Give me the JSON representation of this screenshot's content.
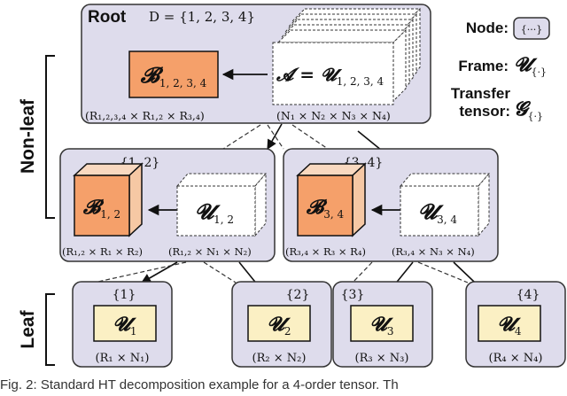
{
  "colors": {
    "panel_fill": "#dedcec",
    "panel_stroke": "#333333",
    "b_fill": "#f5a06a",
    "b_side": "#f6c8a4",
    "b_top": "#f9d9c0",
    "u_fill": "#fbf0c4",
    "white": "#ffffff",
    "ink": "#111111"
  },
  "root": {
    "label": "Root",
    "set": "D = {1, 2, 3, 4}",
    "b": "𝓑",
    "b_sub": "1, 2, 3, 4",
    "a_expr": "𝓐 = 𝓤",
    "a_sub": "1, 2, 3, 4",
    "b_dims": "(R₁,₂,₃,₄ × R₁,₂ × R₃,₄)",
    "a_dims": "(N₁ × N₂ × N₃ × N₄)"
  },
  "legend": {
    "node_label": "Node:",
    "node_glyph": "{···}",
    "frame_label": "Frame:",
    "frame_sym": "𝓤",
    "frame_sub": "{·}",
    "transfer_label_1": "Transfer",
    "transfer_label_2": "tensor:",
    "transfer_sym": "𝓖",
    "transfer_sub": "{·}"
  },
  "levels": {
    "nonleaf": "Non-leaf",
    "leaf": "Leaf"
  },
  "nodes": [
    {
      "set": "{1, 2}",
      "b": "𝓑",
      "b_sub": "1, 2",
      "u": "𝓤",
      "u_sub": "1, 2",
      "b_dims": "(R₁,₂ × R₁ × R₂)",
      "u_dims": "(R₁,₂ × N₁ × N₂)"
    },
    {
      "set": "{3, 4}",
      "b": "𝓑",
      "b_sub": "3, 4",
      "u": "𝓤",
      "u_sub": "3, 4",
      "b_dims": "(R₃,₄ × R₃ × R₄)",
      "u_dims": "(R₃,₄ × N₃ × N₄)"
    }
  ],
  "leaves": [
    {
      "set": "{1}",
      "u": "𝓤",
      "u_sub": "1",
      "dims": "(R₁ × N₁)"
    },
    {
      "set": "{2}",
      "u": "𝓤",
      "u_sub": "2",
      "dims": "(R₂ × N₂)"
    },
    {
      "set": "{3}",
      "u": "𝓤",
      "u_sub": "3",
      "dims": "(R₃ × N₃)"
    },
    {
      "set": "{4}",
      "u": "𝓤",
      "u_sub": "4",
      "dims": "(R₄ × N₄)"
    }
  ],
  "caption": "Fig. 2: Standard HT decomposition example for a 4-order tensor. Th"
}
